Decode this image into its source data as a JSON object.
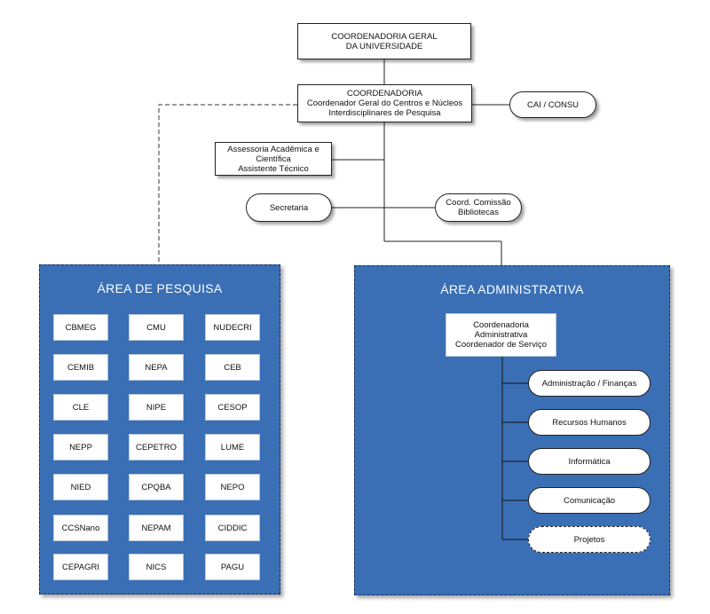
{
  "top": {
    "general": "COORDENADORIA GERAL\nDA UNIVERSIDADE",
    "coordination": "COORDENADORIA\nCoordenador Geral do Centros e Núcleos\nInterdisciplinares de Pesquisa",
    "cai_consu": "CAI / CONSU",
    "assessoria": "Assessoria Acadêmica e\nCientífica\nAssistente Técnico",
    "secretaria": "Secretaria",
    "comissao": "Coord. Comissão\nBibliotecas"
  },
  "research_area": {
    "title": "ÁREA DE PESQUISA",
    "units": [
      "CBMEG",
      "CMU",
      "NUDECRI",
      "CEMIB",
      "NEPA",
      "CEB",
      "CLE",
      "NIPE",
      "CESOP",
      "NEPP",
      "CEPETRO",
      "LUME",
      "NIED",
      "CPQBA",
      "NEPO",
      "CCSNano",
      "NEPAM",
      "CIDDIC",
      "CEPAGRI",
      "NICS",
      "PAGU"
    ]
  },
  "admin_area": {
    "title": "ÁREA ADMINISTRATIVA",
    "coordination": "Coordenadoria\nAdministrativa\nCoordenador de Serviço",
    "items": [
      "Administração / Finanças",
      "Recursos Humanos",
      "Informática",
      "Comunicação",
      "Projetos"
    ]
  },
  "colors": {
    "area_fill": "#3a6fb5",
    "area_border": "#1b2f57"
  }
}
